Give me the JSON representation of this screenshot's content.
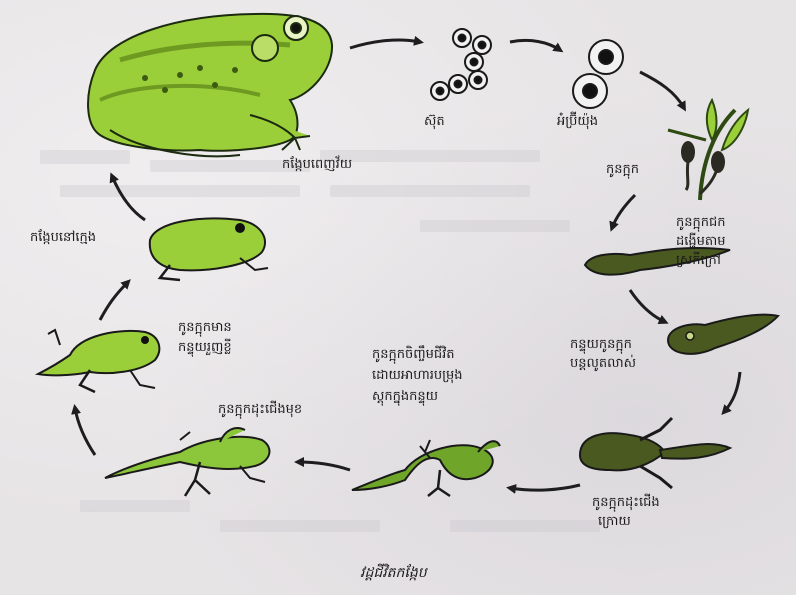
{
  "diagram": {
    "title": "វដ្តជីវិតកង្កែប",
    "stages": {
      "adult": "កង្កែបពេញវ័យ",
      "eggs": "ស៊ុត",
      "embryo": "អំប្រ៊ីយ៉ុង",
      "tadpole": "កូនក្អុក",
      "tadpole_gills_1": "កូនក្អុកជក",
      "tadpole_gills_2": "ដង្ហើមតាម",
      "tadpole_gills_3": "ស្រកីក្រៅ",
      "gills_covered_1": "កន្ទុយកូនក្អុក",
      "gills_covered_2": "បន្តលូតលាស់",
      "hind_legs_1": "កូនក្អុកដុះជើង",
      "hind_legs_2": "ក្រោយ",
      "feeding_1": "កូនក្អុកចិញ្ចឹមជីវិត",
      "feeding_2": "ដោយអាហារបម្រុង",
      "feeding_3": "ស្តុកក្នុងកន្ទុយ",
      "front_legs": "កូនក្អុកដុះជើងមុខ",
      "froglet_tail_1": "កូនក្អុកមាន",
      "froglet_tail_2": "កន្ទុយរួញខ្លី",
      "young_frog": "កង្កែបនៅក្មេង"
    }
  }
}
